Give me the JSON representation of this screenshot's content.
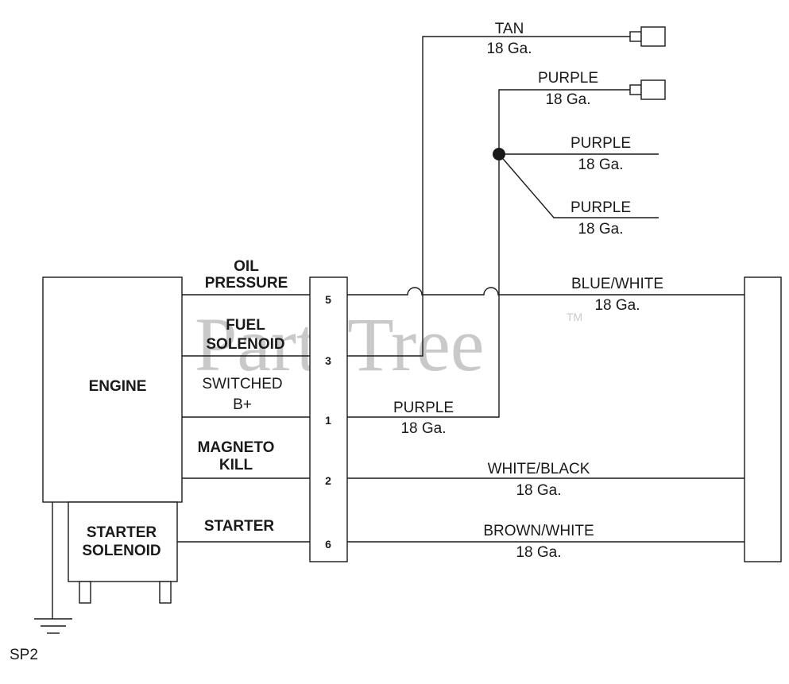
{
  "watermark": {
    "text": "PartsTree",
    "trademark": "TM"
  },
  "diagram_id": "SP2",
  "components": {
    "engine": "ENGINE",
    "starter_solenoid": [
      "STARTER",
      "SOLENOID"
    ]
  },
  "engine_terminals": {
    "oil_pressure": [
      "OIL",
      "PRESSURE"
    ],
    "fuel_solenoid": [
      "FUEL",
      "SOLENOID"
    ],
    "switched_b": [
      "SWITCHED",
      "B+"
    ],
    "magneto_kill": [
      "MAGNETO",
      "KILL"
    ],
    "starter": "STARTER"
  },
  "connector_pins": [
    "5",
    "3",
    "1",
    "2",
    "6"
  ],
  "wires": {
    "tan": {
      "color": "TAN",
      "gauge": "18 Ga."
    },
    "purple_top": {
      "color": "PURPLE",
      "gauge": "18 Ga."
    },
    "purple_branch_1": {
      "color": "PURPLE",
      "gauge": "18 Ga."
    },
    "purple_branch_2": {
      "color": "PURPLE",
      "gauge": "18 Ga."
    },
    "blue_white": {
      "color": "BLUE/WHITE",
      "gauge": "18 Ga."
    },
    "purple_pin1": {
      "color": "PURPLE",
      "gauge": "18 Ga."
    },
    "white_black": {
      "color": "WHITE/BLACK",
      "gauge": "18 Ga."
    },
    "brown_white": {
      "color": "BROWN/WHITE",
      "gauge": "18 Ga."
    }
  }
}
